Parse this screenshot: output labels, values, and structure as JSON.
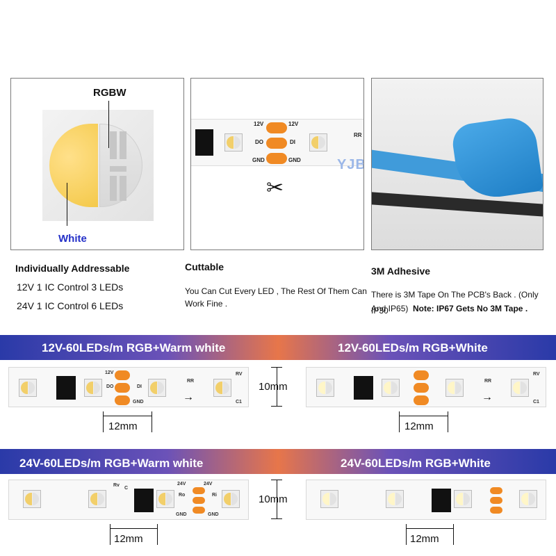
{
  "panels": {
    "chip": {
      "label_top": "RGBW",
      "label_bottom": "White"
    },
    "cut": {
      "watermark": "YJBCo®"
    },
    "adhesive": {}
  },
  "features": [
    {
      "title": "Individually Addressable",
      "lines": [
        "12V 1 IC Control 3 LEDs",
        "24V 1 IC Control 6 LEDs"
      ]
    },
    {
      "title": "Cuttable",
      "lines": [
        "You Can Cut Every LED , The Rest Of Them Can",
        "Work Fine ."
      ]
    },
    {
      "title": "3M Adhesive",
      "lines": [
        "There is 3M Tape On The PCB's Back . (Only IP30",
        "And IP65)"
      ],
      "note": "Note: IP67 Gets No 3M Tape ."
    }
  ],
  "pad_labels": {
    "v": "12V",
    "do": "DO",
    "di": "DI",
    "gnd": "GND",
    "rr": "RR",
    "rv": "RV",
    "c1": "C1",
    "v24": "24V",
    "rv2": "Rv",
    "c": "C",
    "ro": "Ro",
    "ri": "Ri"
  },
  "banner_12v": {
    "left": "12V-60LEDs/m RGB+Warm white",
    "right": "12V-60LEDs/m RGB+White"
  },
  "banner_24v": {
    "left": "24V-60LEDs/m RGB+Warm white",
    "right": "24V-60LEDs/m RGB+White"
  },
  "dims": {
    "width": "10mm",
    "pitch": "12mm"
  },
  "colors": {
    "pad": "#f08a24",
    "warm": "#f2cf6a",
    "white_label": "#2430c8",
    "tape": "#2e92d8"
  }
}
